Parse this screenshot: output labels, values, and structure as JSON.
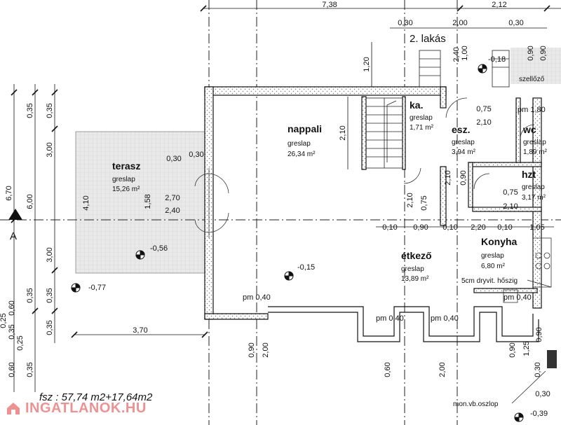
{
  "dims": {
    "top_left": "7,38",
    "top_right": "2,12",
    "top2_a": "0,30",
    "top2_b": "2,00",
    "top2_c": "0,30",
    "left_a": "0,35",
    "left_b": "3,00",
    "left_c": "0,35",
    "left_d": "6,70",
    "left_e": "6,00",
    "left_f": "3,00",
    "left_g": "0,35",
    "left_h": "0,35",
    "left_i": "4,10",
    "left_low1": "0,25",
    "left_low2": "0,60",
    "left_low3": "0,35",
    "left_low4": "0,25",
    "left_low5": "0,60",
    "left_low6": "0,35",
    "terrace_w": "3,70",
    "h120": "1,20",
    "h210": "2,10",
    "v240": "2,40",
    "v100": "1,00",
    "v090": "0,90",
    "v090b": "0,90",
    "b090": "0,90",
    "b200": "2,00",
    "b060": "0,60",
    "b200b": "2,00",
    "b090b": "0,90",
    "b125": "1,25",
    "b030": "0,30",
    "b090c": "0,90",
    "row_010a": "0,10",
    "row_090": "0,90",
    "row_010b": "0,10",
    "row_220": "2,20",
    "row_010c": "0,10",
    "row_105": "1,05",
    "door_270": "2,70",
    "door_240": "2,40",
    "door_158": "1,58",
    "t030a": "0,30",
    "t030b": "0,30",
    "st210a": "2,10",
    "st210b": "2,10",
    "st075a": "0,75",
    "st075b": "0,75",
    "st210c": "2,10",
    "st075c": "0,75",
    "st210d": "2,10",
    "st090": "0,90",
    "r030": "0,30"
  },
  "rooms": {
    "terasz": {
      "name": "terasz",
      "floor": "greslap",
      "area": "15,26 m²"
    },
    "nappali": {
      "name": "nappali",
      "floor": "greslap",
      "area": "26,34 m²"
    },
    "etkezo": {
      "name": "étkező",
      "floor": "greslap",
      "area": "13,89 m²"
    },
    "konyha": {
      "name": "Konyha",
      "floor": "greslap",
      "area": "6,80 m²"
    },
    "ka": {
      "name": "ka.",
      "floor": "greslap",
      "area": "1,71 m²"
    },
    "esz": {
      "name": "esz.",
      "floor": "greslap",
      "area": "3,94 m²"
    },
    "wc": {
      "name": "wc",
      "floor": "greslap",
      "area": "1,89 m²"
    },
    "hzt": {
      "name": "hzt",
      "floor": "greslap",
      "area": "3,17 m²"
    }
  },
  "labels": {
    "lakas": "2. lakás",
    "szellozo": "szellőző",
    "pm180": "pm 1,80",
    "pm040a": "pm 0,40",
    "pm040b": "pm 0,40",
    "pm040c": "pm 0,40",
    "pm040d": "pm 0,40",
    "lvl_018": "-0,18",
    "lvl_056": "-0,56",
    "lvl_015": "-0,15",
    "lvl_077": "-0,77",
    "lvl_039": "-0,39",
    "hoszig": "5cm dryvit. hőszig",
    "oszlop": "mon.vb.oszlop",
    "section": "A",
    "fsz": "fsz :  57,74 m2+17,64m2"
  },
  "watermark": {
    "text": "INGATLANOK.HU",
    "color": "#e03a3a"
  }
}
